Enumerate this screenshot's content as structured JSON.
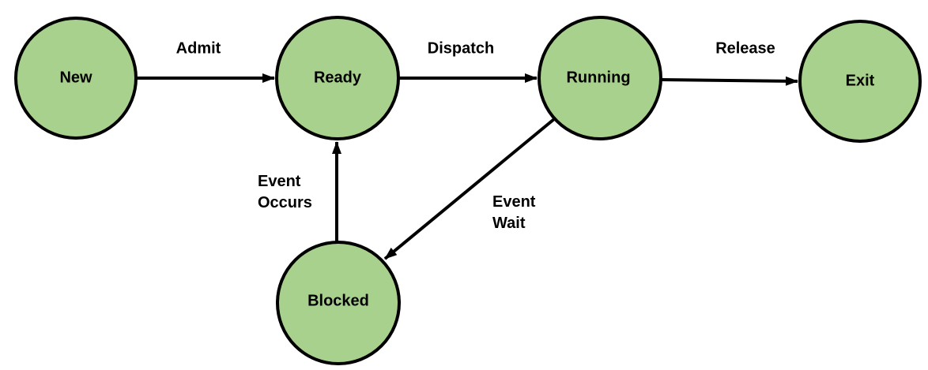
{
  "colors": {
    "background": "#FFFFFF",
    "node_fill": "#A9D18E",
    "node_stroke": "#000000",
    "arrow": "#000000",
    "label_text": "#000000"
  },
  "diagram": {
    "type": "state-diagram",
    "nodes": [
      {
        "id": "new",
        "label": "New"
      },
      {
        "id": "ready",
        "label": "Ready"
      },
      {
        "id": "running",
        "label": "Running"
      },
      {
        "id": "exit",
        "label": "Exit"
      },
      {
        "id": "blocked",
        "label": "Blocked"
      }
    ],
    "edges": [
      {
        "from": "new",
        "to": "ready",
        "label": "Admit"
      },
      {
        "from": "ready",
        "to": "running",
        "label": "Dispatch"
      },
      {
        "from": "running",
        "to": "exit",
        "label": "Release"
      },
      {
        "from": "blocked",
        "to": "ready",
        "label": "Event\nOccurs"
      },
      {
        "from": "running",
        "to": "blocked",
        "label": "Event\nWait"
      }
    ]
  }
}
